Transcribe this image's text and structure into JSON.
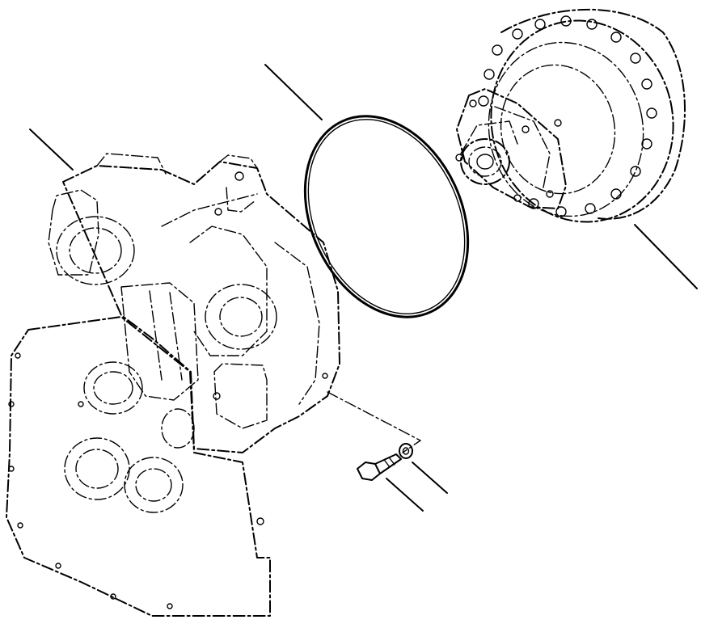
{
  "diagram": {
    "type": "exploded-parts-view",
    "line_color": "#000000",
    "background": "#ffffff",
    "parts": [
      {
        "id": "transmission-case",
        "leader": true
      },
      {
        "id": "o-ring",
        "leader": true
      },
      {
        "id": "torque-converter",
        "leader": true
      },
      {
        "id": "bolt",
        "leader": true
      },
      {
        "id": "washer",
        "leader": true
      }
    ]
  }
}
